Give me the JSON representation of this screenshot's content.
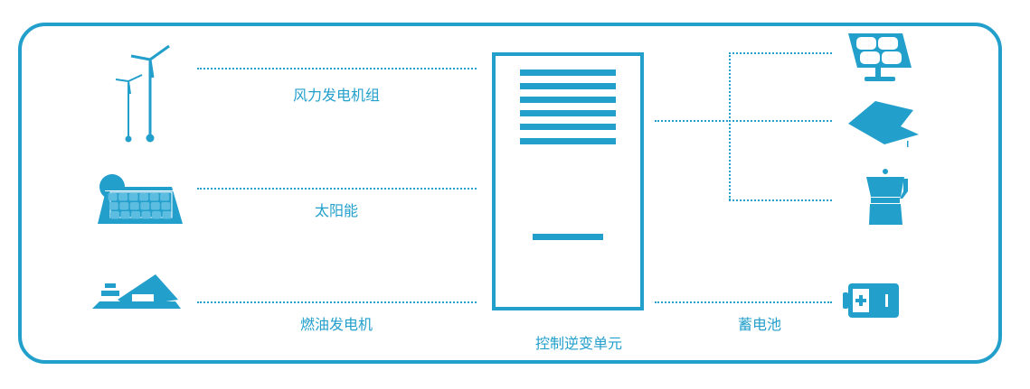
{
  "accent_color": "#239fcc",
  "sources": [
    {
      "label": "风力发电机组",
      "icon": "wind-turbine-icon"
    },
    {
      "label": "太阳能",
      "icon": "solar-panel-icon"
    },
    {
      "label": "燃油发电机",
      "icon": "fuel-generator-icon"
    }
  ],
  "inverter": {
    "label": "控制逆变单元"
  },
  "loads": [
    {
      "icon": "monitor-icon"
    },
    {
      "icon": "iron-icon"
    },
    {
      "icon": "coffee-pot-icon"
    }
  ],
  "storage": {
    "label": "蓄电池",
    "icon": "battery-icon"
  }
}
